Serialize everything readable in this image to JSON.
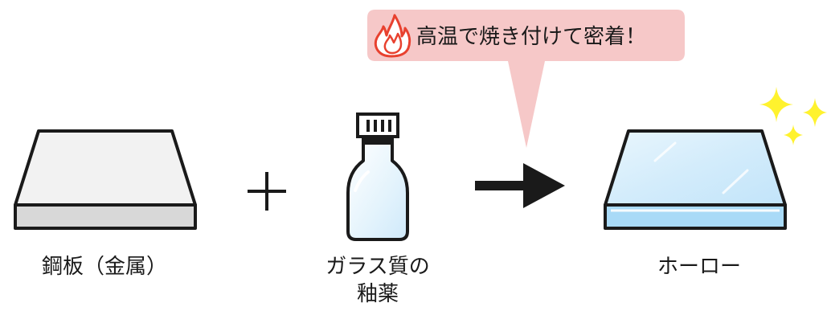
{
  "bubble": {
    "text": "高温で焼き付けて密着！",
    "icon": "flame-icon",
    "color": "#f6c8c8"
  },
  "steps": [
    {
      "label": "鋼板（金属）"
    },
    {
      "label_line1": "ガラス質の",
      "label_line2": "釉薬"
    },
    {
      "label": "ホーロー"
    }
  ],
  "operators": {
    "plus": "plus-icon",
    "arrow": "right-arrow-icon"
  },
  "colors": {
    "outline": "#1a1a1a",
    "steel_top": "#f2f2f2",
    "steel_side": "#d8d8d8",
    "enamel_top": "#cfe9fa",
    "enamel_side": "#a9daf7",
    "sparkle": "#fff22e",
    "flame": "#e8412f"
  }
}
